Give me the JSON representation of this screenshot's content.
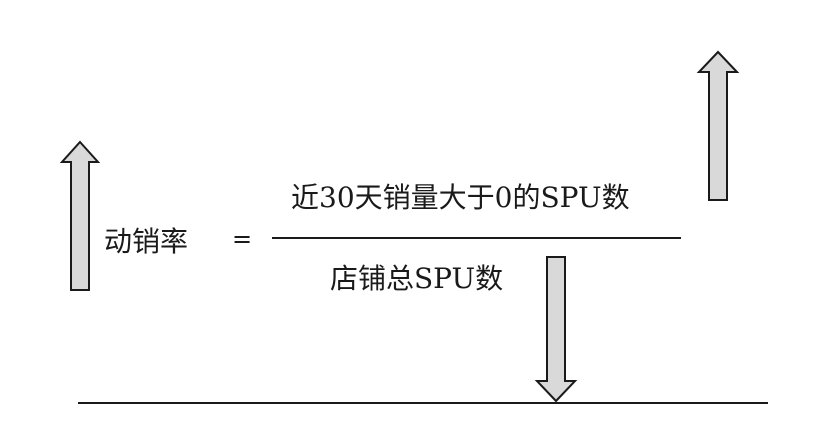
{
  "formula": {
    "lhs": "动销率",
    "operator": "=",
    "numerator": "近30天销量大于0的SPU数",
    "denominator": "店铺总SPU数"
  },
  "arrows": [
    {
      "name": "up-arrow-left-icon",
      "direction": "up"
    },
    {
      "name": "up-arrow-right-icon",
      "direction": "up"
    },
    {
      "name": "down-arrow-icon",
      "direction": "down"
    }
  ],
  "colors": {
    "arrow_fill": "#d9d9d9",
    "stroke": "#1a1a1a",
    "background": "#ffffff"
  }
}
